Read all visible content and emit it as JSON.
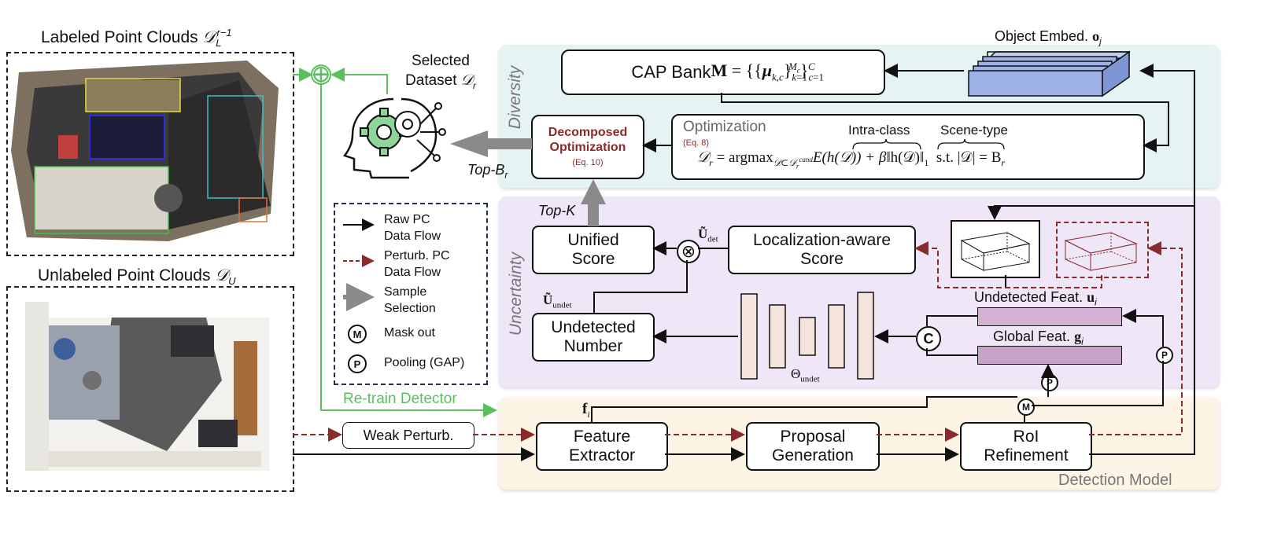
{
  "left": {
    "labeled_title": "Labeled Point Clouds ",
    "labeled_math": "𝒟",
    "labeled_sub": "L",
    "labeled_sup": "r−1",
    "unlabeled_title": "Unlabeled Point Clouds ",
    "unlabeled_math": "𝒟",
    "unlabeled_sub": "U"
  },
  "selected": {
    "line1": "Selected",
    "line2": "Dataset ",
    "math": "𝒟",
    "sub": "r"
  },
  "diversity": {
    "section_label": "Diversity",
    "object_embed": "Object Embed. ",
    "object_embed_math": "o",
    "object_embed_sub": "j",
    "cap_bank": "CAP Bank ",
    "cap_bank_formula": "M = {{μk,c}k=1Mc}c=1C",
    "decomposed_line1": "Decomposed",
    "decomposed_line2": "Optimization",
    "decomposed_eq": "(Eq. 10)",
    "top_b": "Top-B",
    "top_b_sub": "r",
    "optimization_title": "Optimization",
    "optimization_eq": "(Eq. 8)",
    "intra_class": "Intra-class",
    "scene_type": "Scene-type",
    "formula_lhs": "𝒟",
    "formula_lhs_sub": "r",
    "formula_argmax": " = argmax",
    "formula_argmax_sub": "𝒟⊂𝒟",
    "formula_argmax_sub2": "r",
    "formula_argmax_sup": "cand",
    "formula_term1": "E(h(𝒟))",
    "formula_plus": " + β",
    "formula_term2": "‖h(𝒟)‖",
    "formula_term2_sub": "1",
    "formula_st": "s.t. |𝒟| = B",
    "formula_st_sub": "r"
  },
  "uncertainty": {
    "section_label": "Uncertainty",
    "top_k": "Top-K",
    "unified_line1": "Unified",
    "unified_line2": "Score",
    "loc_line1": "Localization-aware",
    "loc_line2": "Score",
    "u_det": "Ũ",
    "u_det_sub": "det",
    "u_undet": "Ũ",
    "u_undet_sub": "undet",
    "undet_line1": "Undetected",
    "undet_line2": "Number",
    "theta": "Θ",
    "theta_sub": "undet",
    "undet_feat": "Undetected Feat. ",
    "undet_feat_math": "u",
    "undet_feat_sub": "i",
    "global_feat": "Global Feat. ",
    "global_feat_math": "g",
    "global_feat_sub": "i",
    "concat_symbol": "C",
    "pool_symbol": "P",
    "mask_symbol": "M",
    "multiply_symbol": "⊗",
    "plus_symbol": "⊕"
  },
  "legend": {
    "raw_line1": "Raw PC",
    "raw_line2": "Data Flow",
    "perturb_line1": "Perturb. PC",
    "perturb_line2": "Data Flow",
    "sample_line1": "Sample",
    "sample_line2": "Selection",
    "mask_label": "Mask out",
    "pool_label": "Pooling (GAP)"
  },
  "detection": {
    "retrain": "Re-train Detector",
    "weak_perturb": "Weak Perturb.",
    "f_i": "f",
    "f_i_sub": "i",
    "feature_line1": "Feature",
    "feature_line2": "Extractor",
    "proposal_line1": "Proposal",
    "proposal_line2": "Generation",
    "roi_line1": "RoI",
    "roi_line2": "Refinement",
    "section_label": "Detection Model"
  },
  "colors": {
    "diversity_bg": "#e6f3f5",
    "uncertainty_bg": "#efe6f8",
    "detection_bg": "#fcf5e6",
    "embed_fill": "#9db1e6",
    "feat_fill": "#d4b1d2",
    "theta_fill": "#f5e4dc",
    "green": "#5cbf5e",
    "dark_red": "#8b2a2a",
    "grey_arrow": "#8a8a8a",
    "legend_border": "#1f2d4d"
  }
}
